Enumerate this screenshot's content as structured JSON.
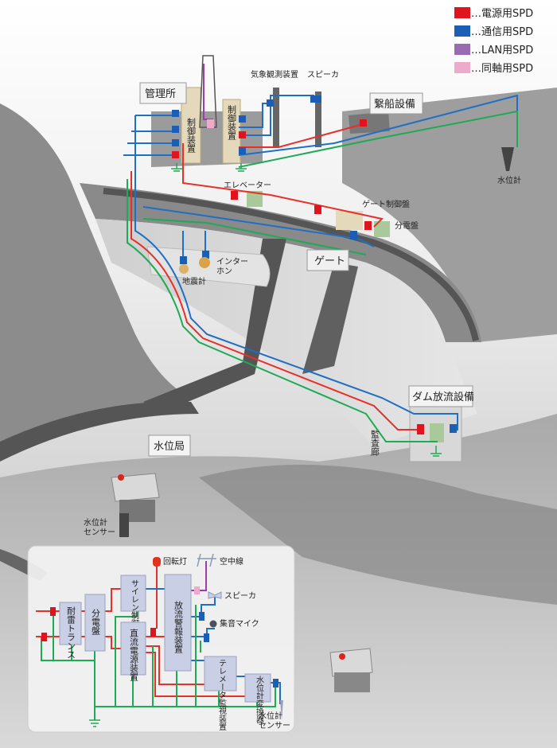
{
  "legend": [
    {
      "label": "…電源用SPD",
      "color": "#e0141e"
    },
    {
      "label": "…通信用SPD",
      "color": "#1a5fb4"
    },
    {
      "label": "…LAN用SPD",
      "color": "#9a6bb0"
    },
    {
      "label": "…同軸用SPD",
      "color": "#eeaacb"
    }
  ],
  "facilities": {
    "kanrisho": "管理所",
    "keisen": "繋船設備",
    "gate": "ゲート",
    "dam_houryu": "ダム放流設備",
    "suiikyoku": "水位局"
  },
  "equipment": {
    "kisho": "気象観測装置",
    "speaker": "スピーカ",
    "suiikei": "水位計",
    "seigyo1": "制御装置",
    "seigyo2": "制御装置",
    "elevator": "エレベーター",
    "gate_seigyo": "ゲート制御盤",
    "bundenban": "分電盤",
    "interphone_1": "インター",
    "interphone_2": "ホン",
    "jishinkei": "地震計",
    "kansaro": "監査廊",
    "sensor_1": "水位計",
    "sensor_2": "センサー"
  },
  "inset": {
    "blocks": {
      "trans": "耐雷トランス",
      "bunden": "分電盤",
      "siren": "サイレン制御盤",
      "dc": "直流電源装置",
      "alarm": "放流警報装置",
      "telemeter": "テレメータ監視装置",
      "converter": "水位計変換器"
    },
    "labels": {
      "kaitento": "回転灯",
      "antenna": "空中線",
      "speaker": "スピーカ",
      "mic": "集音マイク",
      "sensor_1": "水位計",
      "sensor_2": "センサー"
    }
  },
  "colors": {
    "power": "#e8302a",
    "comm": "#1f6fc4",
    "ground": "#1faa55",
    "lan": "#9a3fa8"
  }
}
